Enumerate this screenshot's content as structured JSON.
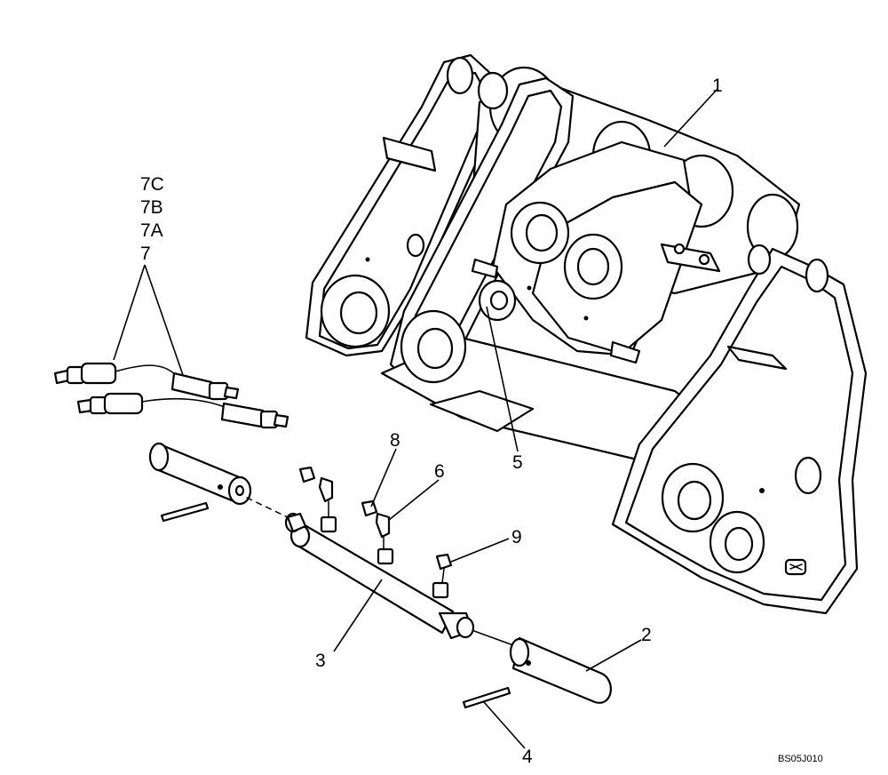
{
  "diagram": {
    "callouts": {
      "c1": "1",
      "c2": "2",
      "c3": "3",
      "c4": "4",
      "c5": "5",
      "c6": "6",
      "c7": "7",
      "c7a": "7A",
      "c7b": "7B",
      "c7c": "7C",
      "c8": "8",
      "c9": "9"
    },
    "drawing_code": "BS05J010"
  }
}
